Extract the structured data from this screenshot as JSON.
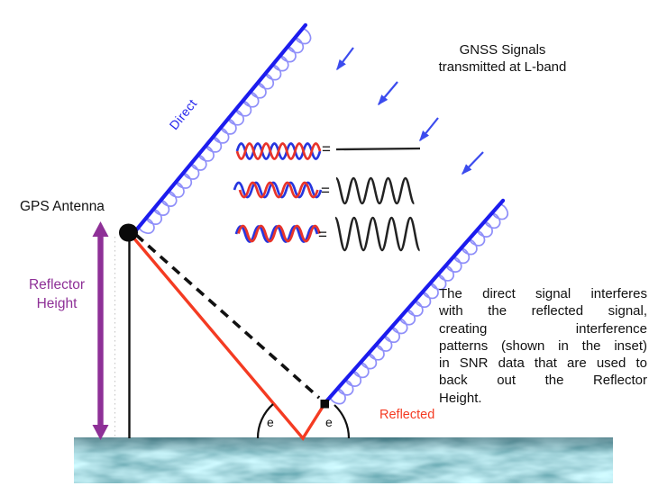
{
  "labels": {
    "gnss_signals": "GNSS Signals",
    "gnss_band": "transmitted at L-band",
    "gps_antenna": "GPS Antenna",
    "reflector_height_line1": "Reflector",
    "reflector_height_line2": "Height",
    "direct": "Direct",
    "reflected": "Reflected",
    "elevation_angle": "e",
    "equals": "="
  },
  "paragraph": {
    "lines": [
      "The direct signal interferes",
      "with the reflected signal,",
      "creating interference",
      "patterns (shown in the inset)",
      "in SNR data that are used to",
      "back out the Reflector",
      "Height."
    ]
  },
  "inset": {
    "rows": [
      {
        "name": "waves-out-of-phase",
        "result": "flat-line"
      },
      {
        "name": "waves-partially-offset",
        "result": "medium-amplitude-wave"
      },
      {
        "name": "waves-in-phase",
        "result": "large-amplitude-wave"
      }
    ]
  },
  "colors": {
    "signal_blue": "#1c1cee",
    "coil_blue": "#7b7bf8",
    "arrow_blue": "#3b4bee",
    "reflected_red": "#f43b22",
    "inset_red": "#e8342a",
    "inset_blue": "#2636df",
    "purple": "#8e3097",
    "ink": "#1a1a1a",
    "water_teal": "#66b3bf"
  }
}
